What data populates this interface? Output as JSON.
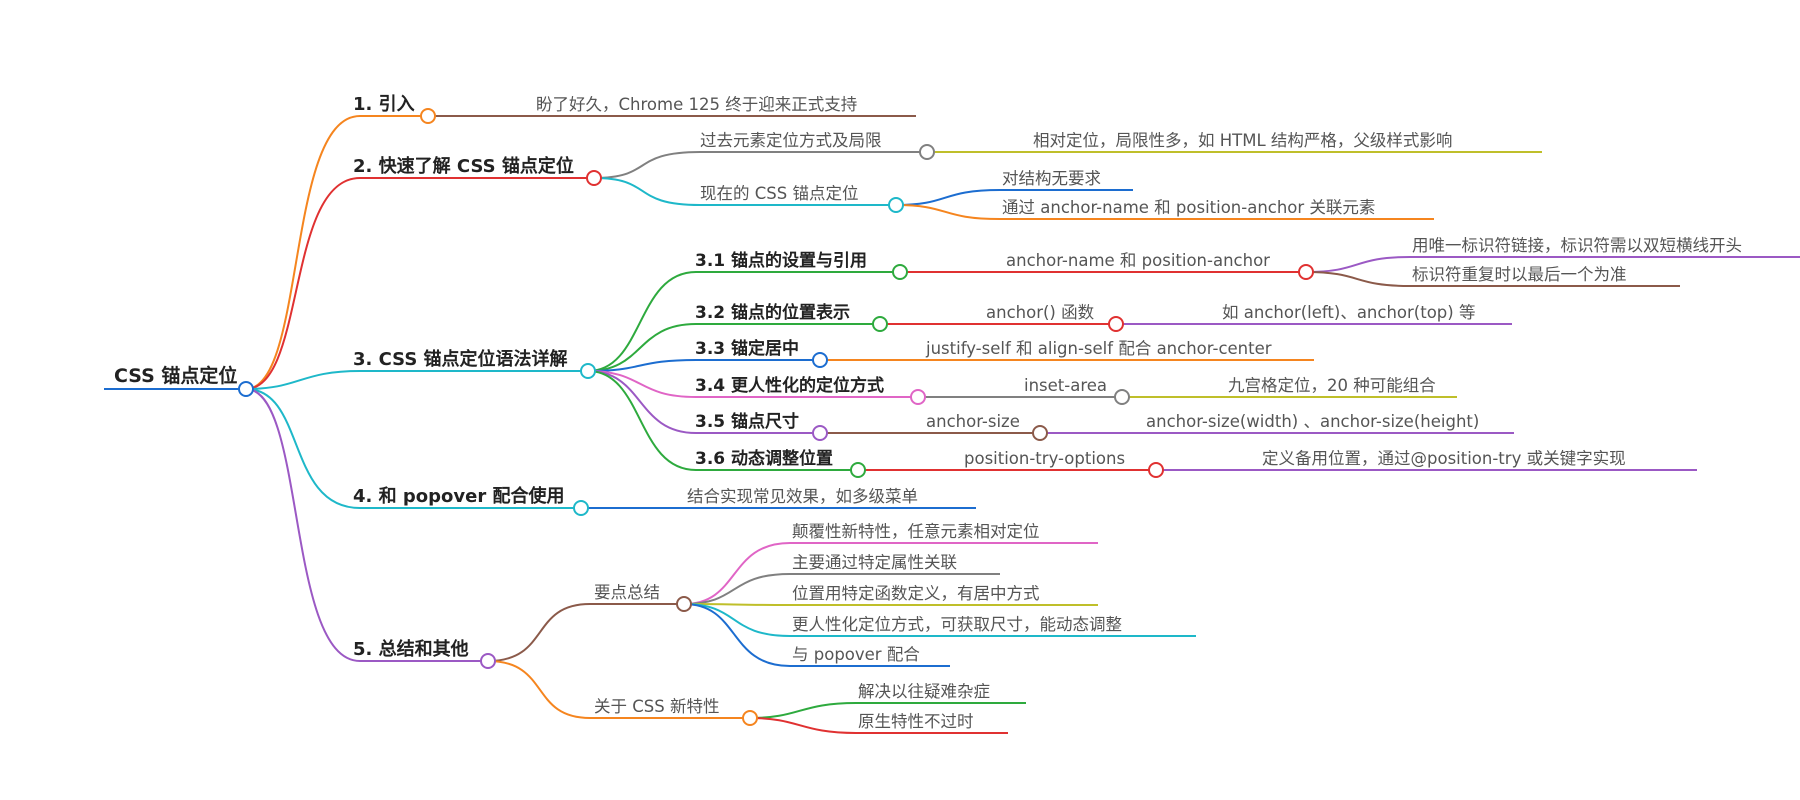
{
  "colors": {
    "orange": "#f5851f",
    "red": "#e03131",
    "teal": "#1eb8c9",
    "green": "#2eaa3e",
    "blue": "#1c6dd0",
    "purple": "#9b59c4",
    "gray": "#808080",
    "olive": "#bfbf2a",
    "brown": "#8b5a4a",
    "pink": "#e065c6"
  },
  "mindmap": {
    "root": "CSS 锚点定位",
    "b1": {
      "label": "1. 引入",
      "c1": "盼了好久，Chrome 125 终于迎来正式支持"
    },
    "b2": {
      "label": "2. 快速了解 CSS 锚点定位",
      "past": {
        "label": "过去元素定位方式及局限",
        "c1": "相对定位，局限性多，如 HTML 结构严格，父级样式影响"
      },
      "now": {
        "label": "现在的 CSS 锚点定位",
        "c1": "对结构无要求",
        "c2": "通过 anchor-name 和 position-anchor 关联元素"
      }
    },
    "b3": {
      "label": "3. CSS 锚点定位语法详解",
      "s1": {
        "label": "3.1 锚点的设置与引用",
        "mid": "anchor-name 和 position-anchor",
        "c1": "用唯一标识符链接，标识符需以双短横线开头",
        "c2": "标识符重复时以最后一个为准"
      },
      "s2": {
        "label": "3.2 锚点的位置表示",
        "mid": "anchor() 函数",
        "c1": "如 anchor(left)、anchor(top) 等"
      },
      "s3": {
        "label": "3.3 锚定居中",
        "c1": "justify-self 和 align-self 配合 anchor-center"
      },
      "s4": {
        "label": "3.4 更人性化的定位方式",
        "mid": "inset-area",
        "c1": "九宫格定位，20 种可能组合"
      },
      "s5": {
        "label": "3.5 锚点尺寸",
        "mid": "anchor-size",
        "c1": "anchor-size(width) 、anchor-size(height)"
      },
      "s6": {
        "label": "3.6 动态调整位置",
        "mid": "position-try-options",
        "c1": "定义备用位置，通过@position-try 或关键字实现"
      }
    },
    "b4": {
      "label": "4. 和 popover 配合使用",
      "c1": "结合实现常见效果，如多级菜单"
    },
    "b5": {
      "label": "5. 总结和其他",
      "summary": {
        "label": "要点总结",
        "items": [
          "颠覆性新特性，任意元素相对定位",
          "主要通过特定属性关联",
          "位置用特定函数定义，有居中方式",
          "更人性化定位方式，可获取尺寸，能动态调整",
          "与 popover 配合"
        ]
      },
      "about": {
        "label": "关于 CSS 新特性",
        "items": [
          "解决以往疑难杂症",
          "原生特性不过时"
        ]
      }
    }
  }
}
